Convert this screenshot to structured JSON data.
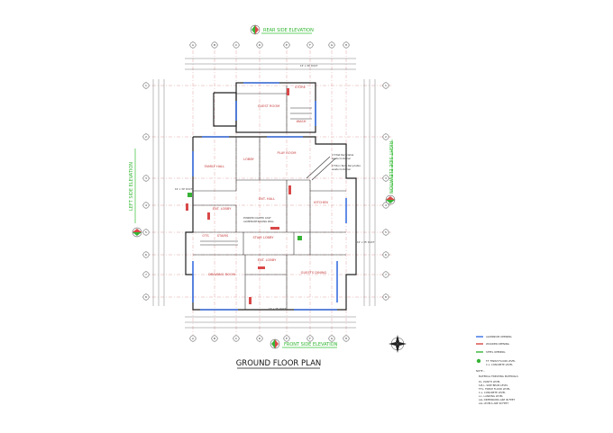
{
  "drawing": {
    "title": "GROUND FLOOR PLAN",
    "elevations": {
      "rear": "REAR SIDE ELEVATION",
      "front": "FRONT SIDE ELEVATION",
      "left": "LEFT SIDE ELEVATION",
      "right": "RIGHT SIDE ELEVATION"
    },
    "rooms": {
      "guest_room": "GUEST ROOM",
      "play_room": "PLAY ROOM",
      "family_hall": "FAMILY HALL",
      "lobby_top": "LOBBY",
      "ent_hall": "ENT. HALL",
      "ent_lobby": "ENT. LOBBY",
      "kitchen": "KITCHEN",
      "stair_lobby": "STAIR LOBBY",
      "stairs": "STAIRS",
      "ots": "OTS",
      "drawing_room": "DRAWING ROOM",
      "guests_dining": "GUESTS DINING",
      "ent_lobby_bottom": "ENT. LOBBY",
      "store": "STORE",
      "wash": "WASH"
    },
    "notes": {
      "top_dim": "15' x 30' DUCT",
      "recycle_1": "1H Wet Recyclable",
      "recycle_2": "waste Container",
      "recycle_3": "1H Non Tech. Recyclable",
      "recycle_4": "waste Container",
      "powder": "POWDER COATED CAST",
      "aluminium": "ALUMINIUM RAILING WALL",
      "left_duct": "10' x 30' DUCT",
      "right_duct": "10' x 35' DUCT",
      "bottom_duct": "15' x 35' DUCT"
    },
    "grid_labels": [
      "A",
      "B",
      "C",
      "D",
      "E",
      "F",
      "G",
      "H",
      "1",
      "2",
      "3",
      "4",
      "5",
      "6",
      "7",
      "8"
    ],
    "legend": {
      "items": [
        "ALUMINIUM OPENING",
        "WOODEN OPENING",
        "STEEL OPENING",
        "F.F. FINISH FLOOR LEVEL",
        "C.L. CONCRETE LEVEL"
      ],
      "note_heading": "NOTE :-",
      "notes": [
        "MATERIAL FINISHING MATERIALS",
        "P.L. PLINTH LEVEL",
        "S.B.L. SIDE BEAM LEVEL",
        "F.F.L. FINISH FLOOR LEVEL",
        "C.L. CONCRETE LEVEL",
        "L.L. LANDING LEVEL",
        "ALL DIMENSIONS ARE IN FEET",
        "ALL LEVELS ARE IN FEET"
      ]
    }
  }
}
